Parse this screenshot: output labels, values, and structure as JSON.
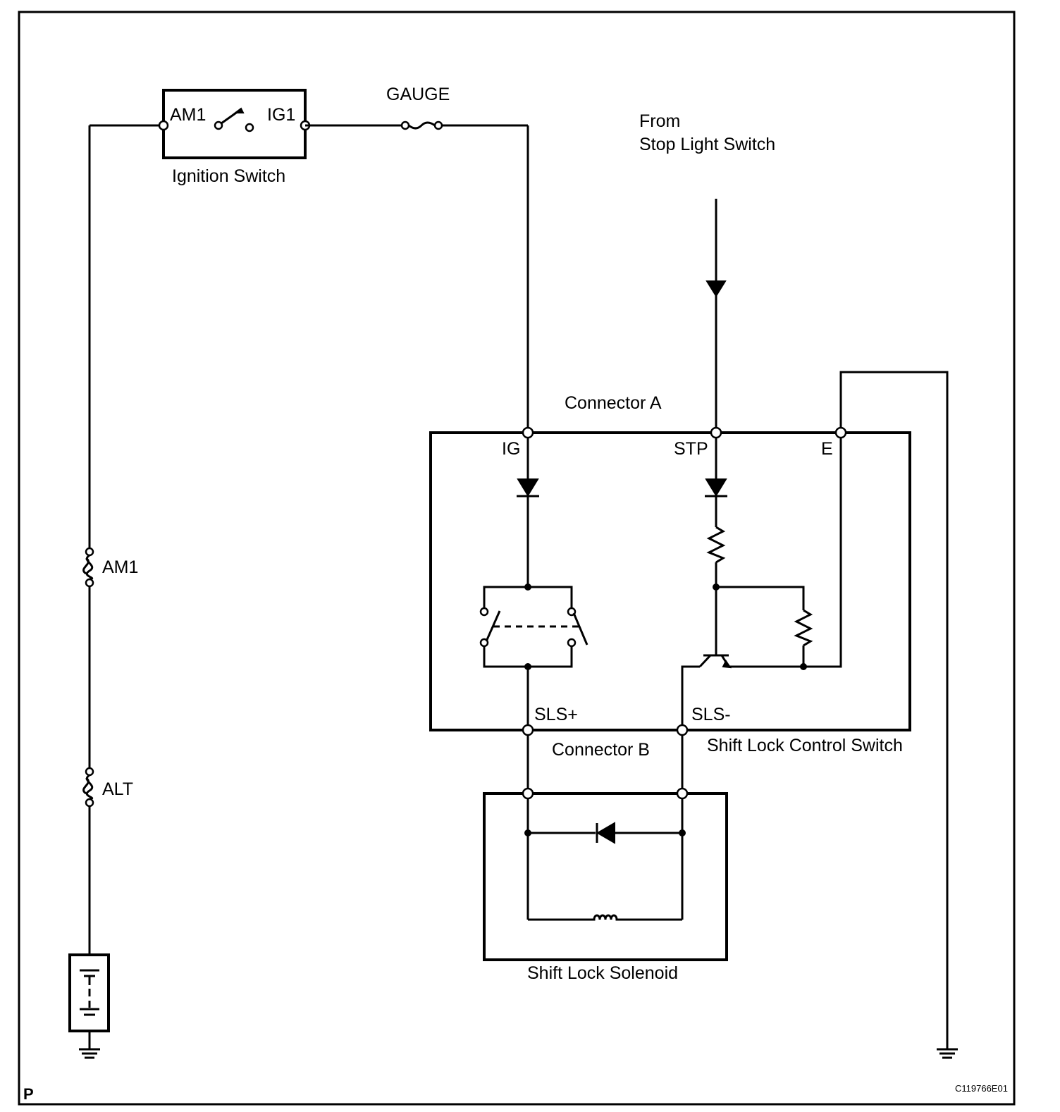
{
  "labels": {
    "ignition_switch": "Ignition Switch",
    "am1_terminal": "AM1",
    "ig1_terminal": "IG1",
    "gauge_fuse": "GAUGE",
    "from_line1": "From",
    "from_line2": "Stop Light Switch",
    "connector_a": "Connector A",
    "ig_terminal": "IG",
    "stp_terminal": "STP",
    "e_terminal": "E",
    "sls_plus": "SLS+",
    "sls_minus": "SLS-",
    "connector_b": "Connector B",
    "shift_lock_control_switch": "Shift Lock Control Switch",
    "shift_lock_solenoid": "Shift Lock Solenoid",
    "am1_fuse": "AM1",
    "alt_fuse": "ALT",
    "corner_mark": "P",
    "figure_code": "C119766E01"
  }
}
